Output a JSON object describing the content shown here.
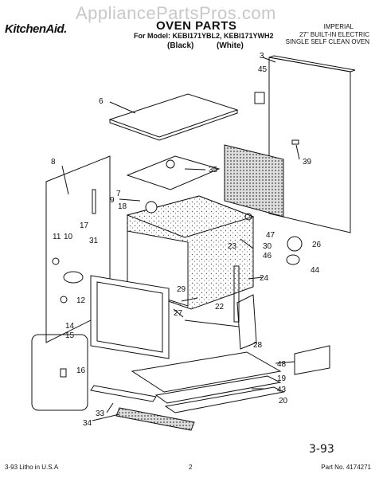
{
  "watermark": "AppliancePartsPros.com",
  "brand": "KitchenAid.",
  "title": "OVEN PARTS",
  "model_line": "For Model: KEBI171YBL2, KEBI171YWH2",
  "variants": [
    "(Black)",
    "(White)"
  ],
  "right_info": [
    "IMPERIAL",
    "27\" BUILT-IN ELECTRIC",
    "SINGLE SELF CLEAN OVEN"
  ],
  "footer": {
    "left": "3-93 Litho in U.S.A",
    "center": "2",
    "right": "Part No. 4174271"
  },
  "handwritten_note": "3-93",
  "callouts": [
    "3",
    "45",
    "6",
    "39",
    "8",
    "35",
    "7",
    "9",
    "18",
    "17",
    "11",
    "10",
    "31",
    "47",
    "26",
    "23",
    "30",
    "46",
    "44",
    "24",
    "29",
    "12",
    "22",
    "27",
    "14",
    "15",
    "16",
    "28",
    "48",
    "19",
    "43",
    "20",
    "33",
    "34"
  ]
}
